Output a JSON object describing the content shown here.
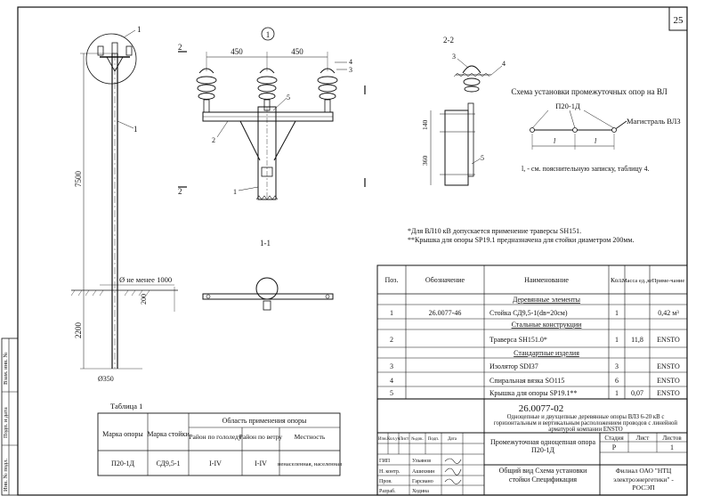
{
  "sheet": {
    "page_number": "25",
    "section_marker": "1",
    "binding_labels": [
      "Взам. инв. №",
      "Подп. и дата",
      "Инв. № подл."
    ]
  },
  "drawing": {
    "section_labels": {
      "s2": "2",
      "s22": "2-2",
      "s11": "1-1"
    },
    "dims": {
      "left_span": "450",
      "right_span": "450",
      "pole_height": "7500",
      "pole_depth": "2200",
      "depth_top": "200",
      "diameter": "Ø350",
      "pit": "Ø не менее 1000",
      "d140": "140",
      "d360": "360"
    },
    "callouts": {
      "c1": "1",
      "c2": "2",
      "c3": "3",
      "c4": "4",
      "c5": "5"
    },
    "scheme": {
      "title": "Схема установки промежуточных опор на ВЛ",
      "pole_label": "П20-1Д",
      "line_label": "Магистраль ВЛЗ",
      "span_label": "l",
      "span_note": "l, - см. пояснительную записку, таблицу 4."
    },
    "notes": [
      "*Для ВЛ10 кВ допускается применение траверсы SH151.",
      "**Крышка для опоры SP19.1 предназначена для стойки диаметром 200мм."
    ]
  },
  "table1": {
    "caption": "Таблица 1",
    "h_mark": "Марка опоры",
    "h_stand": "Марка стойки",
    "h_area": "Область применения опоры",
    "h_ice": "Район по гололеду",
    "h_wind": "Район по ветру",
    "h_terrain": "Местность",
    "row": {
      "mark": "П20-1Д",
      "stand": "СД9,5-1",
      "ice": "I-IV",
      "wind": "I-IV",
      "terrain": "ненаселенная, населенная"
    }
  },
  "spec": {
    "headers": {
      "pos": "Поз.",
      "des": "Обозначение",
      "name": "Наименование",
      "qty": "Кол.",
      "mass": "Масса ед.,кг",
      "note": "Приме-чание"
    },
    "groups": {
      "g1": "Деревянные элементы",
      "g2": "Стальные конструкции",
      "g3": "Стандартные изделия"
    },
    "rows": [
      {
        "pos": "1",
        "des": "26.0077-46",
        "name": "Стойка СД9,5-1(dв=20см)",
        "qty": "1",
        "mass": "",
        "note": "0,42 м³"
      },
      {
        "pos": "2",
        "des": "",
        "name": "Траверса SH151.0*",
        "qty": "1",
        "mass": "11,8",
        "note": "ENSTO"
      },
      {
        "pos": "3",
        "des": "",
        "name": "Изолятор SDI37",
        "qty": "3",
        "mass": "",
        "note": "ENSTO"
      },
      {
        "pos": "4",
        "des": "",
        "name": "Спиральная вязка SO115",
        "qty": "6",
        "mass": "",
        "note": "ENSTO"
      },
      {
        "pos": "5",
        "des": "",
        "name": "Крышка для опоры SP19.1**",
        "qty": "1",
        "mass": "0,07",
        "note": "ENSTO"
      }
    ]
  },
  "stamp": {
    "code": "26.0077-02",
    "project": "Одноцепные и двухцепные деревянные опоры ВЛЗ 6-20 кВ с горизонтальным и вертикальным расположением проводов с линейной арматурой компании ENSTO",
    "rev_cols": [
      "Изм.",
      "Кол.уч",
      "Лист",
      "№док.",
      "Подп.",
      "Дата"
    ],
    "roles": [
      "ГИП",
      "Н. контр.",
      "Пров.",
      "Разраб."
    ],
    "names": [
      "Ульянов",
      "Ашихмин",
      "Гарсиано",
      "Ходина"
    ],
    "title1": "Промежуточная одноцепная опора П20-1Д",
    "title2": "Общий вид Схема установки стойки Спецификация",
    "stage_h": "Стадия",
    "sheet_h": "Лист",
    "sheets_h": "Листов",
    "stage": "Р",
    "sheets": "1",
    "org": "Филиал ОАО \"НТЦ электроэнергетики\" - РОСЭП"
  }
}
